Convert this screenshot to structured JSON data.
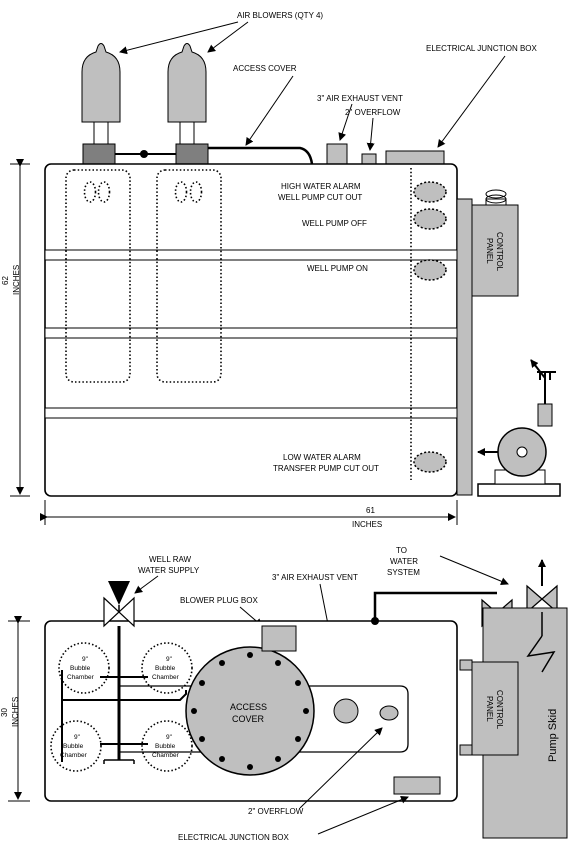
{
  "top_view": {
    "air_blowers": "AIR BLOWERS (QTY 4)",
    "access_cover": "ACCESS COVER",
    "electrical_junction_box": "ELECTRICAL JUNCTION BOX",
    "air_exhaust_vent": "3\" AIR EXHAUST VENT",
    "overflow": "2\" OVERFLOW",
    "high_water_alarm": "HIGH WATER ALARM",
    "well_pump_cut_out": "WELL PUMP CUT OUT",
    "well_pump_off": "WELL PUMP OFF",
    "well_pump_on": "WELL PUMP ON",
    "low_water_alarm": "LOW WATER ALARM",
    "transfer_pump_cut_out": "TRANSFER PUMP CUT OUT",
    "control_panel_1": "CONTROL",
    "control_panel_2": "PANEL",
    "height_value": "62",
    "height_unit": "INCHES",
    "width_value": "61",
    "width_unit": "INCHES"
  },
  "bottom_view": {
    "well_raw_1": "WELL RAW",
    "well_raw_2": "WATER SUPPLY",
    "to_water_1": "TO",
    "to_water_2": "WATER",
    "to_water_3": "SYSTEM",
    "air_exhaust_vent": "3\" AIR EXHAUST VENT",
    "blower_plug_box": "BLOWER PLUG BOX",
    "access_cover_1": "ACCESS",
    "access_cover_2": "COVER",
    "bubble_size": "9\"",
    "bubble_1": "Bubble",
    "bubble_2": "Chamber",
    "control_panel_1": "CONTROL",
    "control_panel_2": "PANEL",
    "pump_skid": "Pump Skid",
    "overflow": "2\" OVERFLOW",
    "electrical_junction_box": "ELECTRICAL JUNCTION BOX",
    "depth_value": "30",
    "depth_unit": "INCHES"
  }
}
